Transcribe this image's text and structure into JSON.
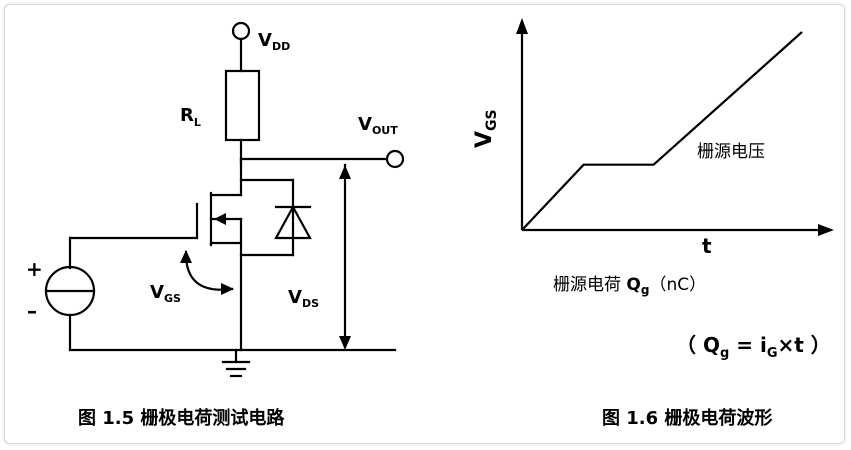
{
  "circuit": {
    "vdd_main": "V",
    "vdd_sub": "DD",
    "rl_main": "R",
    "rl_sub": "L",
    "vout_main": "V",
    "vout_sub": "OUT",
    "vgs_main": "V",
    "vgs_sub": "GS",
    "vds_main": "V",
    "vds_sub": "DS",
    "plus": "+",
    "minus": "–",
    "caption": "图 1.5  栅极电荷测试电路"
  },
  "chart_data": {
    "type": "line",
    "title": "",
    "ylabel_main": "V",
    "ylabel_sub": "GS",
    "xlabel": "t",
    "x_axis_label_prefix": "栅源电荷 ",
    "x_axis_label_q": "Q",
    "x_axis_label_qsub": "g",
    "x_axis_label_unit": "（nC）",
    "series": [
      {
        "name": "栅源电压",
        "points": [
          [
            0,
            0
          ],
          [
            0.22,
            0.33
          ],
          [
            0.47,
            0.33
          ],
          [
            1.0,
            1.0
          ]
        ]
      }
    ],
    "annotation": "栅源电压",
    "formula": {
      "open": "（ Q",
      "q_sub": "g",
      "eq": " = i",
      "i_sub": "G",
      "rest": "×t ）"
    },
    "caption": "图 1.6  栅极电荷波形"
  }
}
